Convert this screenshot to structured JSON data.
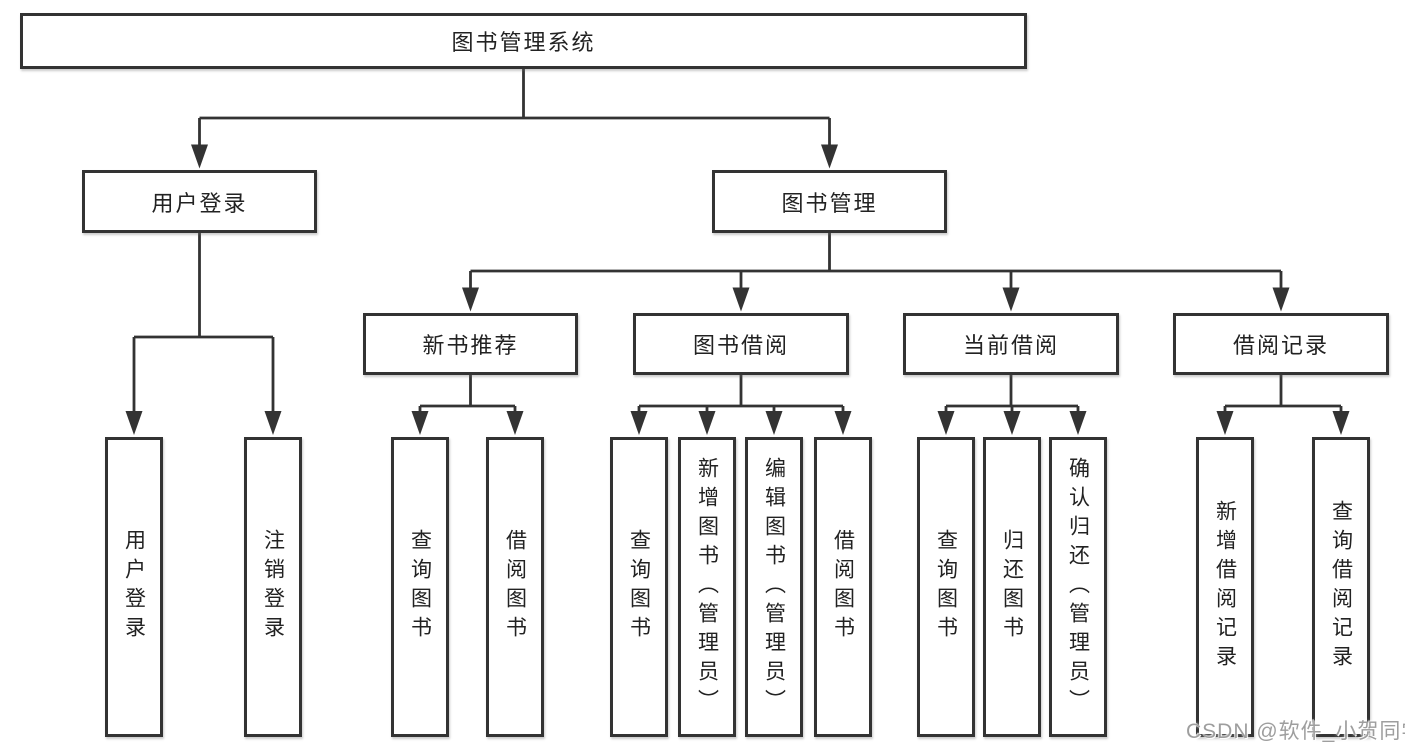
{
  "colors": {
    "line": "#333333",
    "box_border": "#333333",
    "box_background": "#ffffff",
    "text": "#222222",
    "watermark": "#9e9e9e"
  },
  "watermark": {
    "text": "CSDN @软件_小贺同学"
  },
  "tree": {
    "label": "图书管理系统",
    "children": [
      {
        "label": "用户登录",
        "children": [
          {
            "label": "用户登录"
          },
          {
            "label": "注销登录"
          }
        ]
      },
      {
        "label": "图书管理",
        "children": [
          {
            "label": "新书推荐",
            "children": [
              {
                "label": "查询图书"
              },
              {
                "label": "借阅图书"
              }
            ]
          },
          {
            "label": "图书借阅",
            "children": [
              {
                "label": "查询图书"
              },
              {
                "label": "新增图书（管理员）"
              },
              {
                "label": "编辑图书（管理员）"
              },
              {
                "label": "借阅图书"
              }
            ]
          },
          {
            "label": "当前借阅",
            "children": [
              {
                "label": "查询图书"
              },
              {
                "label": "归还图书"
              },
              {
                "label": "确认归还（管理员）"
              }
            ]
          },
          {
            "label": "借阅记录",
            "children": [
              {
                "label": "新增借阅记录"
              },
              {
                "label": "查询借阅记录"
              }
            ]
          }
        ]
      }
    ]
  }
}
